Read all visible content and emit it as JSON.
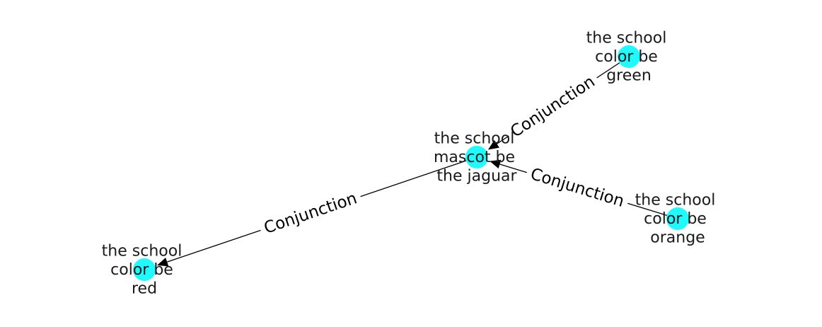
{
  "graph": {
    "node_color": "#1ffaff",
    "edge_color": "#000000",
    "nodes": [
      {
        "id": "mascot",
        "lines": [
          "the school",
          "mascot be",
          "the jaguar"
        ]
      },
      {
        "id": "green",
        "lines": [
          "the school",
          "color be",
          "green"
        ]
      },
      {
        "id": "orange",
        "lines": [
          "the school",
          "color be",
          "orange"
        ]
      },
      {
        "id": "red",
        "lines": [
          "the school",
          "color be",
          "red"
        ]
      }
    ],
    "edges": [
      {
        "source": "green",
        "target": "mascot",
        "label": "Conjunction"
      },
      {
        "source": "orange",
        "target": "mascot",
        "label": "Conjunction"
      },
      {
        "source": "mascot",
        "target": "red",
        "label": "Conjunction"
      }
    ]
  }
}
